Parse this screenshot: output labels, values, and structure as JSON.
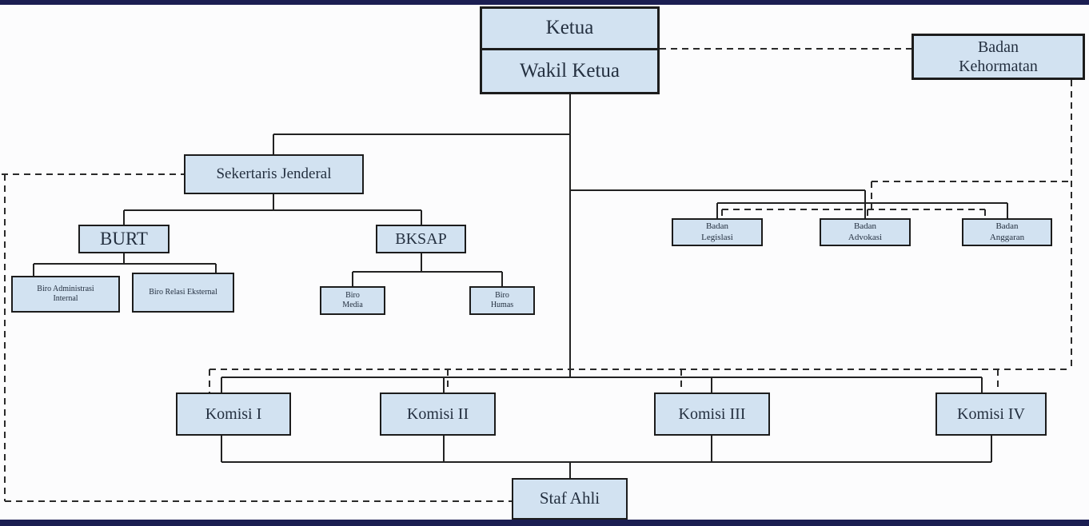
{
  "diagram": {
    "type": "org-chart",
    "language": "Indonesian",
    "colors": {
      "box_fill": "#d2e2f1",
      "box_border": "#1c1c1c",
      "text": "#243040",
      "connector": "#222222",
      "page_bar": "#1b1e52",
      "background": "#fcfcfd"
    },
    "nodes": {
      "ketua": {
        "label": "Ketua"
      },
      "wakil_ketua": {
        "label": "Wakil Ketua"
      },
      "badan_kehormatan": {
        "label": "Badan Kehormatan"
      },
      "sekertaris_jenderal": {
        "label": "Sekertaris Jenderal"
      },
      "burt": {
        "label": "BURT"
      },
      "bksap": {
        "label": "BKSAP"
      },
      "biro_administrasi_internal": {
        "label": "Biro Administrasi Internal"
      },
      "biro_relasi_eksternal": {
        "label": "Biro Relasi Eksternal"
      },
      "biro_media": {
        "label": "Biro Media"
      },
      "biro_humas": {
        "label": "Biro Humas"
      },
      "badan_legislasi": {
        "label": "Badan Legislasi"
      },
      "badan_advokasi": {
        "label": "Badan Advokasi"
      },
      "badan_anggaran": {
        "label": "Badan Anggaran"
      },
      "komisi_i": {
        "label": "Komisi I"
      },
      "komisi_ii": {
        "label": "Komisi II"
      },
      "komisi_iii": {
        "label": "Komisi III"
      },
      "komisi_iv": {
        "label": "Komisi IV"
      },
      "staf_ahli": {
        "label": "Staf Ahli"
      }
    },
    "edges": {
      "solid": [
        [
          "Wakil Ketua",
          "Sekertaris Jenderal"
        ],
        [
          "Sekertaris Jenderal",
          "BURT"
        ],
        [
          "Sekertaris Jenderal",
          "BKSAP"
        ],
        [
          "BURT",
          "Biro Administrasi Internal"
        ],
        [
          "BURT",
          "Biro Relasi Eksternal"
        ],
        [
          "BKSAP",
          "Biro Media"
        ],
        [
          "BKSAP",
          "Biro Humas"
        ],
        [
          "Wakil Ketua",
          "Badan Legislasi"
        ],
        [
          "Wakil Ketua",
          "Badan Advokasi"
        ],
        [
          "Wakil Ketua",
          "Badan Anggaran"
        ],
        [
          "Wakil Ketua",
          "Komisi I"
        ],
        [
          "Wakil Ketua",
          "Komisi II"
        ],
        [
          "Wakil Ketua",
          "Komisi III"
        ],
        [
          "Wakil Ketua",
          "Komisi IV"
        ],
        [
          "Komisi I",
          "Staf Ahli"
        ],
        [
          "Komisi II",
          "Staf Ahli"
        ],
        [
          "Komisi III",
          "Staf Ahli"
        ],
        [
          "Komisi IV",
          "Staf Ahli"
        ]
      ],
      "dashed": [
        [
          "Ketua",
          "Badan Kehormatan"
        ],
        [
          "Badan Kehormatan",
          "Badan Legislasi"
        ],
        [
          "Badan Kehormatan",
          "Badan Advokasi"
        ],
        [
          "Badan Kehormatan",
          "Badan Anggaran"
        ],
        [
          "Badan Kehormatan",
          "Komisi I"
        ],
        [
          "Badan Kehormatan",
          "Komisi II"
        ],
        [
          "Badan Kehormatan",
          "Komisi III"
        ],
        [
          "Badan Kehormatan",
          "Komisi IV"
        ],
        [
          "Sekertaris Jenderal",
          "Staf Ahli"
        ]
      ]
    }
  }
}
